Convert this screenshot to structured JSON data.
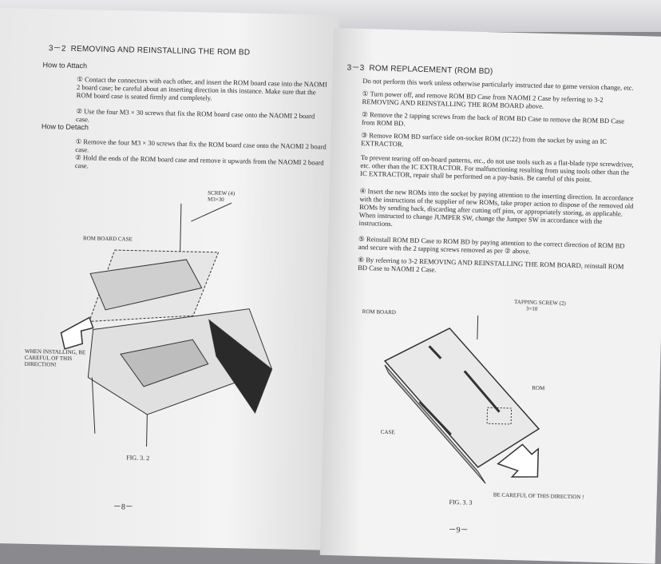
{
  "left_page": {
    "section_number": "3－2",
    "section_title": "REMOVING AND REINSTALLING THE ROM BD",
    "attach_heading": "How to Attach",
    "attach_steps": [
      "① Contact the connectors with each other, and insert the ROM board case into the NAOMI 2 board case; be careful about an inserting direction in this instance. Make sure that the ROM board case is seated firmly and completely.",
      "② Use the four M3 × 30 screws that fix the ROM board case onto the NAOMI 2 board case."
    ],
    "detach_heading": "How to Detach",
    "detach_steps": [
      "① Remove the four M3 × 30 screws that fix the ROM board case onto the NAOMI 2 board case.",
      "② Hold the ends of the ROM board case and remove it upwards from the NAOMI 2 board case."
    ],
    "figure": {
      "screw_label": "SCREW (4)",
      "screw_size": "M3×30",
      "case_label": "ROM BOARD CASE",
      "warning": "WHEN INSTALLING, BE CAREFUL OF THIS DIRECTION!",
      "caption": "FIG. 3. 2"
    },
    "page_number": "－8－"
  },
  "right_page": {
    "section_number": "3－3",
    "section_title": "ROM REPLACEMENT (ROM BD)",
    "intro": "Do not perform this work unless otherwise particularly instructed due to game version change, etc.",
    "steps": [
      "① Turn power off, and remove ROM BD Case from NAOMI 2 Case by referring to 3-2 REMOVING AND REINSTALLING THE ROM BOARD above.",
      "② Remove the 2 tapping screws from the back of ROM BD Case to remove the ROM BD Case from ROM BD.",
      "③ Remove ROM BD surface side on-socket ROM (IC22) from the socket by using an IC EXTRACTOR."
    ],
    "caution": "To prevent tearing off on-board patterns, etc., do not use tools such as a flat-blade type screwdriver, etc. other than the IC EXTRACTOR. For malfunctioning resulting from using tools other than the IC EXTRACTOR, repair shall be performed on a pay-basis. Be careful of this point.",
    "steps2": [
      "④ Insert the new ROMs into the socket by paying attention to the inserting direction. In accordance with the instructions of the supplier of new ROMs, take proper action to dispose of the removed old ROMs by sending back, discarding after cutting off pins, or appropriately storing, as applicable. When instructed to change JUMPER SW, change the Jumper SW in accordance with the instructions.",
      "⑤ Reinstall ROM BD Case to ROM BD by paying attention to the correct direction of ROM BD and secure with the 2 tapping screws removed as per ② above.",
      "⑥ By referring to 3-2 REMOVING AND REINSTALLING THE ROM BOARD, reinstall ROM BD Case to NAOMI 2 Case."
    ],
    "figure": {
      "screw_label": "TAPPING SCREW (2)",
      "screw_size": "3×10",
      "board_label": "ROM BOARD",
      "rom_label": "ROM",
      "case_label": "CASE",
      "warning": "BE CAREFUL OF THIS DIRECTION !",
      "caption": "FIG. 3. 3"
    },
    "page_number": "－9－"
  }
}
